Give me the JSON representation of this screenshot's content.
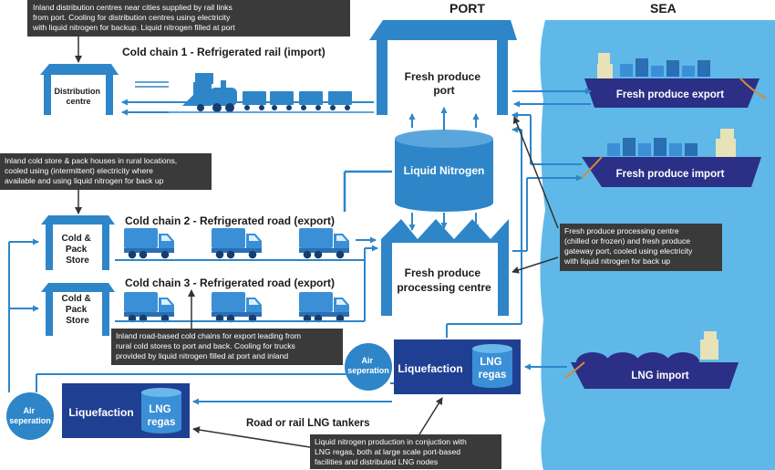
{
  "headers": {
    "port": "PORT",
    "sea": "SEA"
  },
  "rail": {
    "title": "Cold chain 1 - Refrigerated rail (import)",
    "distribution_centre": [
      "Distribution",
      "centre"
    ]
  },
  "road2": {
    "title": "Cold chain 2 - Refrigerated road (export)",
    "store": [
      "Cold &",
      "Pack",
      "Store"
    ]
  },
  "road3": {
    "title": "Cold chain 3 - Refrigerated road (export)",
    "store": [
      "Cold &",
      "Pack",
      "Store"
    ]
  },
  "port": {
    "fresh_produce_port": [
      "Fresh produce",
      "port"
    ],
    "liquid_nitrogen": "Liquid Nitrogen",
    "processing_centre": [
      "Fresh produce",
      "processing centre"
    ]
  },
  "ships": {
    "export": "Fresh produce export",
    "import": "Fresh produce import",
    "lng": "LNG import"
  },
  "lng_port": {
    "air": [
      "Air",
      "seperation"
    ],
    "liquefaction": "Liquefaction",
    "regas": [
      "LNG",
      "regas"
    ]
  },
  "lng_inland": {
    "air": [
      "Air",
      "seperation"
    ],
    "liquefaction": "Liquefaction",
    "regas": [
      "LNG",
      "regas"
    ]
  },
  "tankers_label": "Road or rail LNG tankers",
  "notes": {
    "distribution": [
      "Inland distribution centres near cities supplied by rail links",
      "from port. Cooling for distribution centres using electricity",
      "with liquid nitrogen for backup. Liquid nitrogen filled at port"
    ],
    "cold_store": [
      "Inland cold store & pack houses in rural locations,",
      "cooled using (intermittent) electricity where",
      "available and using liquid nitrogen for back up"
    ],
    "processing": [
      "Fresh produce processing centre",
      "(chilled or frozen) and fresh produce",
      "gateway port, cooled using electricity",
      "with liquid nitrogen for back up"
    ],
    "road": [
      "Inland road-based cold chains for export leading from",
      "rural cold stores to port and back. Cooling for trucks",
      "provided by liquid nitrogen filled at port and inland"
    ],
    "lng": [
      "Liquid nitrogen production in conjuction with",
      "LNG regas, both at large scale port-based",
      "facilities and distributed LNG nodes"
    ]
  },
  "colors": {
    "sea": "#5fb8e8",
    "building": "#2e86c9",
    "ship_hull": "#2b2f86",
    "dark_panel": "#1f3f93",
    "truck": "#3b8fd6",
    "note_bg": "#3a3a3a"
  },
  "icons": [
    "train-icon",
    "truck-icon",
    "ship-icon",
    "tank-icon",
    "roof-icon"
  ]
}
